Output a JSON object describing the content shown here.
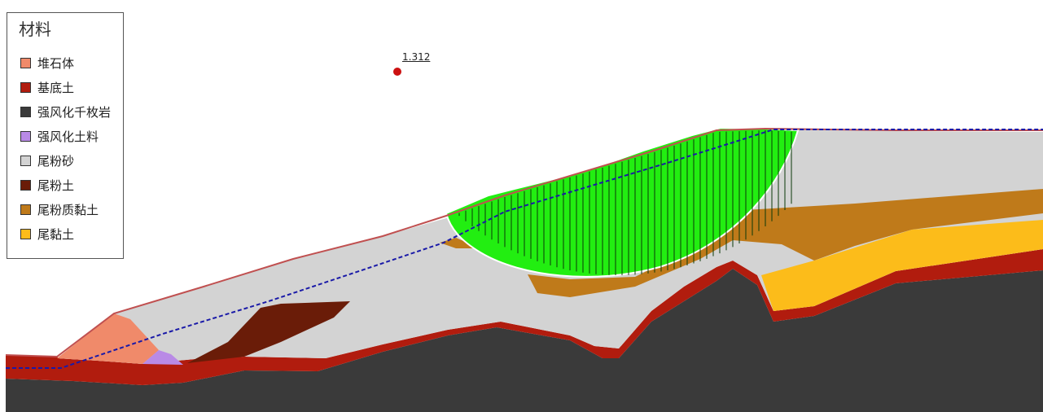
{
  "legend": {
    "title": "材料",
    "items": [
      {
        "label": "堆石体",
        "color": "#f08a6a"
      },
      {
        "label": "基底土",
        "color": "#b11c0e"
      },
      {
        "label": "强风化千枚岩",
        "color": "#3a3a3a"
      },
      {
        "label": "强风化土料",
        "color": "#b98ae6"
      },
      {
        "label": "尾粉砂",
        "color": "#d3d3d3"
      },
      {
        "label": "尾粉土",
        "color": "#6a1c08"
      },
      {
        "label": "尾粉质黏土",
        "color": "#bf7a1a"
      },
      {
        "label": "尾黏土",
        "color": "#fcbc1a"
      }
    ]
  },
  "safety_factor": {
    "value": "1.312",
    "color": "#cc1111"
  },
  "slip_surface_color": "#22ee11",
  "phreatic_line_color": "#1a1aa8",
  "surface_line_color": "#c05050"
}
